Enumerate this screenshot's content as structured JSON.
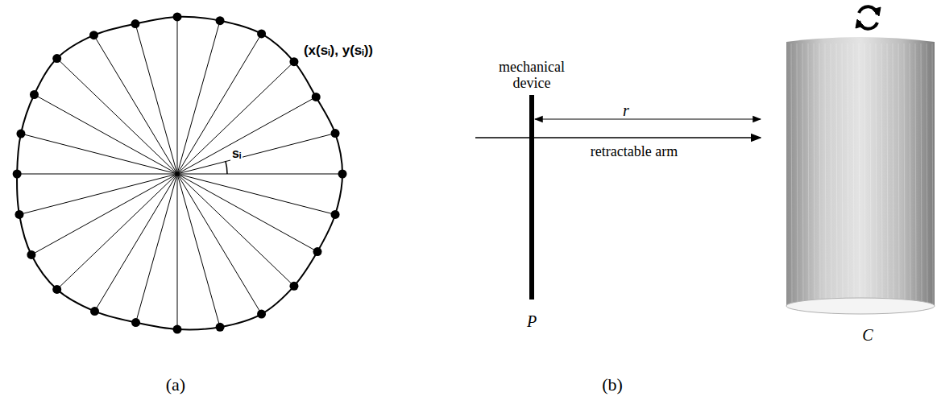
{
  "diagram": {
    "labels": [
      "(x(sᵢ), y(sᵢ))",
      "sᵢ",
      "mechanical device",
      "r",
      "retractable arm",
      "P",
      "C",
      "(a)",
      "(b)"
    ]
  }
}
